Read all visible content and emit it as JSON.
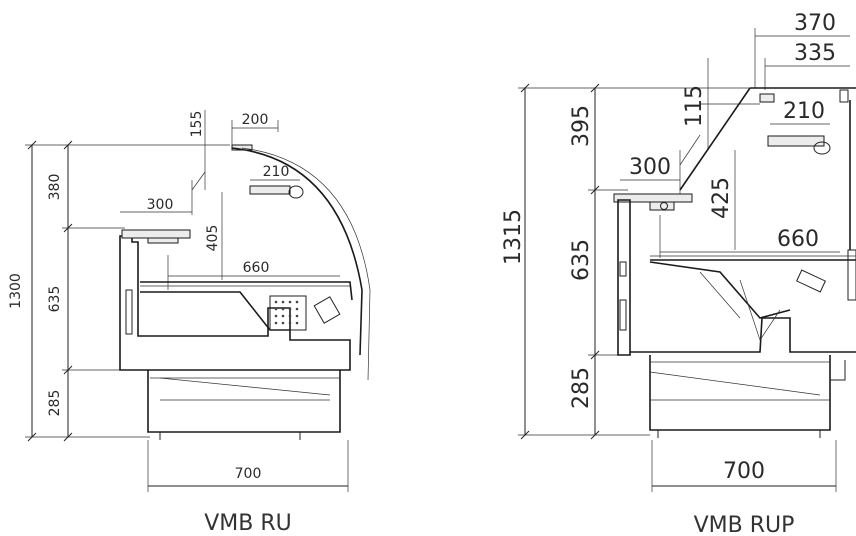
{
  "left_unit": {
    "caption": "VMB RU",
    "dims": {
      "total_height": "1300",
      "top_height": "380",
      "mid_height": "635",
      "base_height": "285",
      "top_width": "200",
      "top_gap": "155",
      "shelf_depth": "210",
      "counter_depth": "300",
      "glass_height": "405",
      "display_depth": "660",
      "base_width": "700"
    }
  },
  "right_unit": {
    "caption": "VMB RUP",
    "dims": {
      "total_height": "1315",
      "top_height": "395",
      "mid_height": "635",
      "base_height": "285",
      "top_width_outer": "370",
      "top_width_inner": "335",
      "top_gap": "115",
      "shelf_depth": "210",
      "counter_depth": "300",
      "glass_height": "425",
      "display_depth": "660",
      "base_width": "700"
    }
  }
}
